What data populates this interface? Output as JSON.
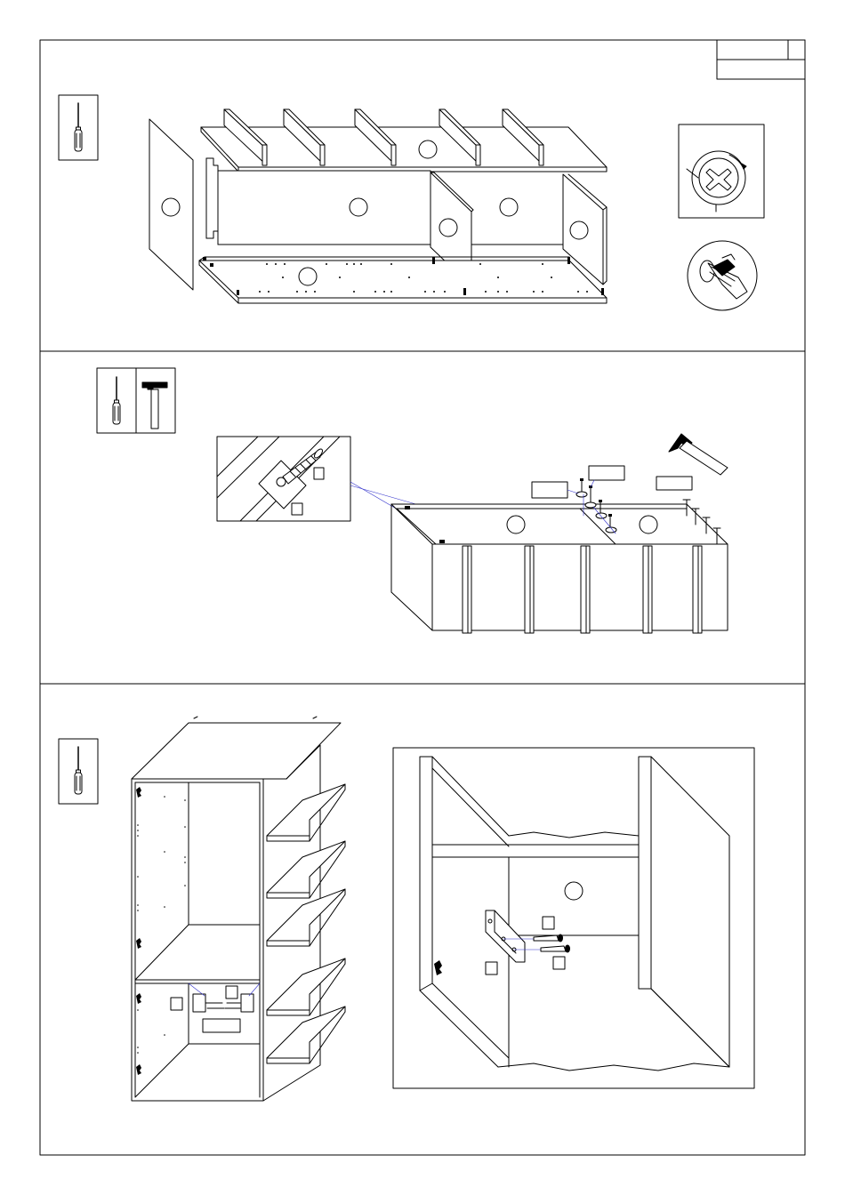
{
  "colors": {
    "ink": "#000000",
    "paper": "#ffffff",
    "guide": "#3333cc"
  },
  "title_block": {
    "step_number": "",
    "part_code": ""
  },
  "steps": [
    {
      "id": "step-1",
      "tools": [
        "screwdriver-icon"
      ]
    },
    {
      "id": "step-2",
      "tools": [
        "screwdriver-icon",
        "hammer-icon"
      ]
    },
    {
      "id": "step-3",
      "tools": [
        "screwdriver-icon"
      ]
    }
  ]
}
